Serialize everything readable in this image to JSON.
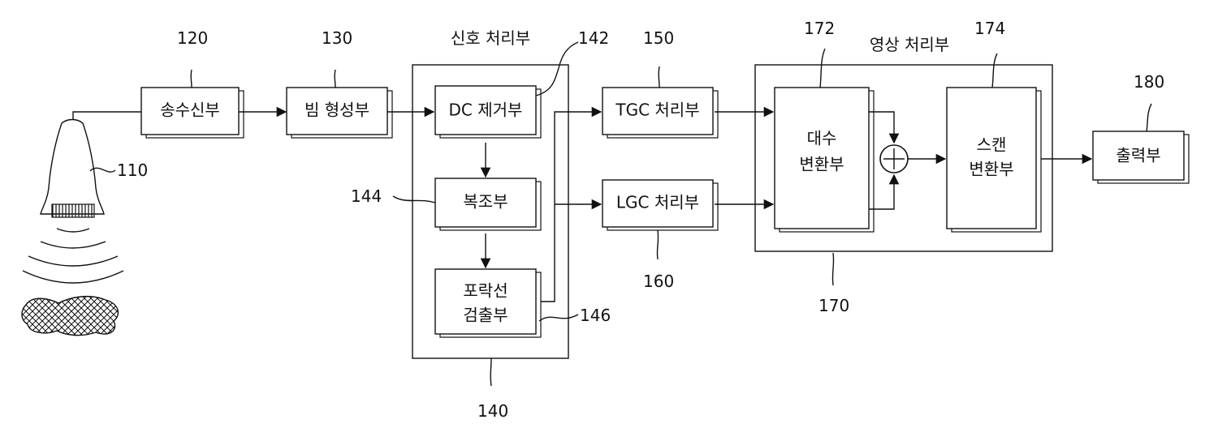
{
  "diagram": {
    "sections": {
      "signal_processing": "신호 처리부",
      "image_processing": "영상 처리부"
    },
    "blocks": {
      "transceiver": "송수신부",
      "beamformer": "빔 형성부",
      "dc_removal": "DC 제거부",
      "demodulator": "복조부",
      "envelope_line1": "포락선",
      "envelope_line2": "검출부",
      "tgc": "TGC 처리부",
      "lgc": "LGC 처리부",
      "log_line1": "대수",
      "log_line2": "변환부",
      "scan_line1": "스캔",
      "scan_line2": "변환부",
      "output": "출력부"
    },
    "refs": {
      "probe": "110",
      "transceiver": "120",
      "beamformer": "130",
      "signal_processing": "140",
      "dc_removal": "142",
      "demodulator": "144",
      "envelope": "146",
      "tgc": "150",
      "lgc": "160",
      "image_processing": "170",
      "log": "172",
      "scan": "174",
      "output": "180"
    }
  }
}
